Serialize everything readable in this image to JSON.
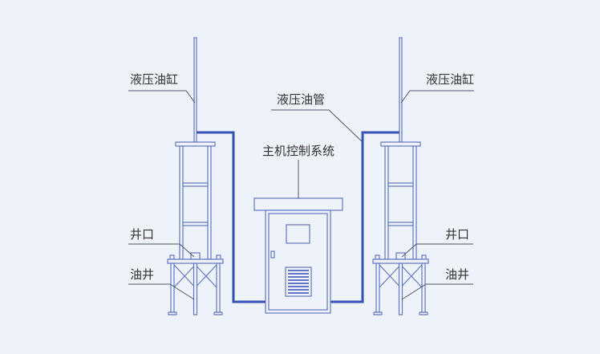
{
  "labels": {
    "left_cylinder": "液压油缸",
    "right_cylinder": "液压油缸",
    "oil_pipe": "液压油管",
    "control_system": "主机控制系统",
    "left_wellhead": "井口",
    "left_well": "油井",
    "right_wellhead": "井口",
    "right_well": "油井"
  },
  "colors": {
    "background": "#eef2f9",
    "structure_line": "#6377c3",
    "hydraulic_pipe": "#3452b4",
    "leader_line": "#50566a",
    "label_text": "#333333"
  }
}
